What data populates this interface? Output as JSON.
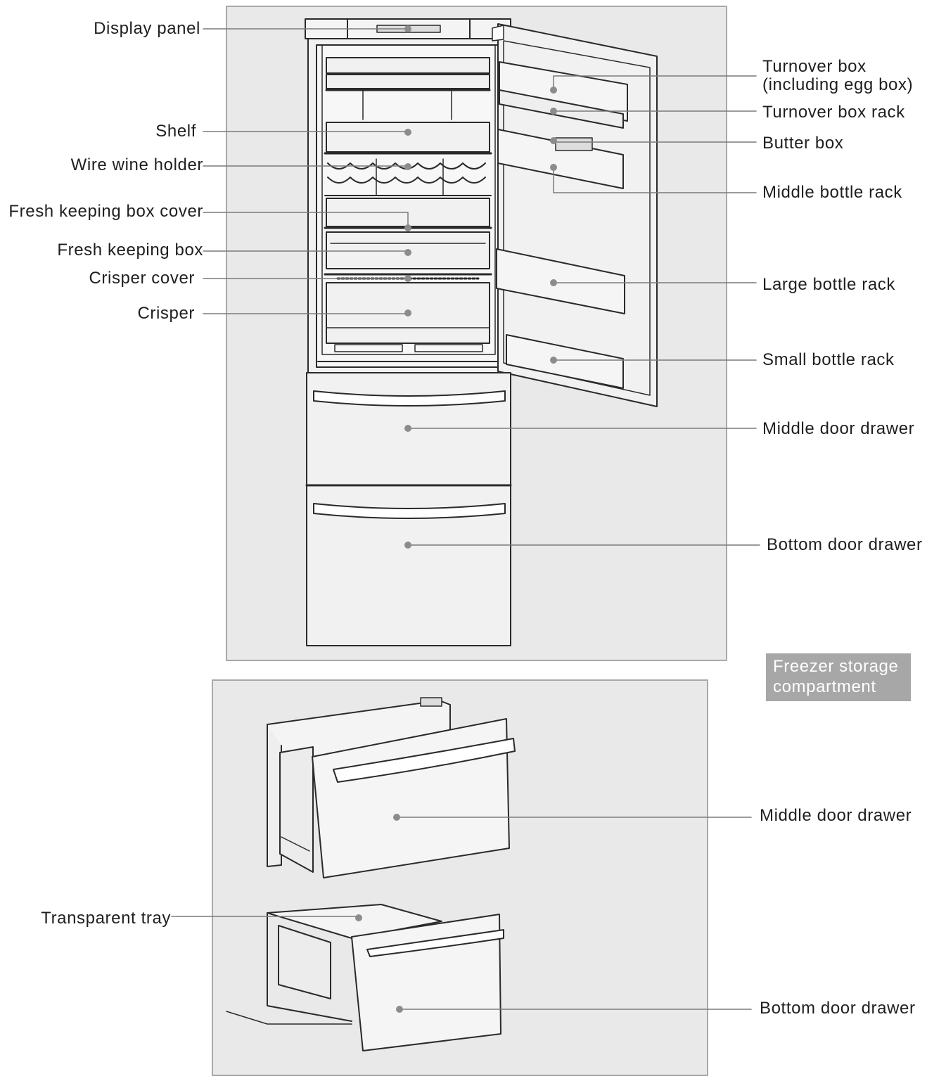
{
  "labels": {
    "display_panel": "Display panel",
    "shelf": "Shelf",
    "wire_wine_holder": "Wire wine holder",
    "fresh_keeping_box_cover": "Fresh keeping box cover",
    "fresh_keeping_box": "Fresh keeping box",
    "crisper_cover": "Crisper cover",
    "crisper": "Crisper",
    "turnover_box_line1": "Turnover box",
    "turnover_box_line2": "(including egg box)",
    "turnover_box_rack": "Turnover box rack",
    "butter_box": "Butter box",
    "middle_bottle_rack": "Middle bottle rack",
    "large_bottle_rack": "Large bottle rack",
    "small_bottle_rack": "Small bottle rack",
    "middle_door_drawer": "Middle door drawer",
    "bottom_door_drawer": "Bottom door drawer",
    "freezer_middle_door_drawer": "Middle door drawer",
    "transparent_tray": "Transparent tray",
    "freezer_bottom_door_drawer": "Bottom door drawer"
  },
  "badge": {
    "line1": "Freezer storage",
    "line2": "compartment"
  },
  "colors": {
    "panel_bg": "#e9e9e9",
    "badge_bg": "#a7a7a7",
    "leader_line": "#7a7a7a",
    "dot": "#8c8c8c"
  }
}
